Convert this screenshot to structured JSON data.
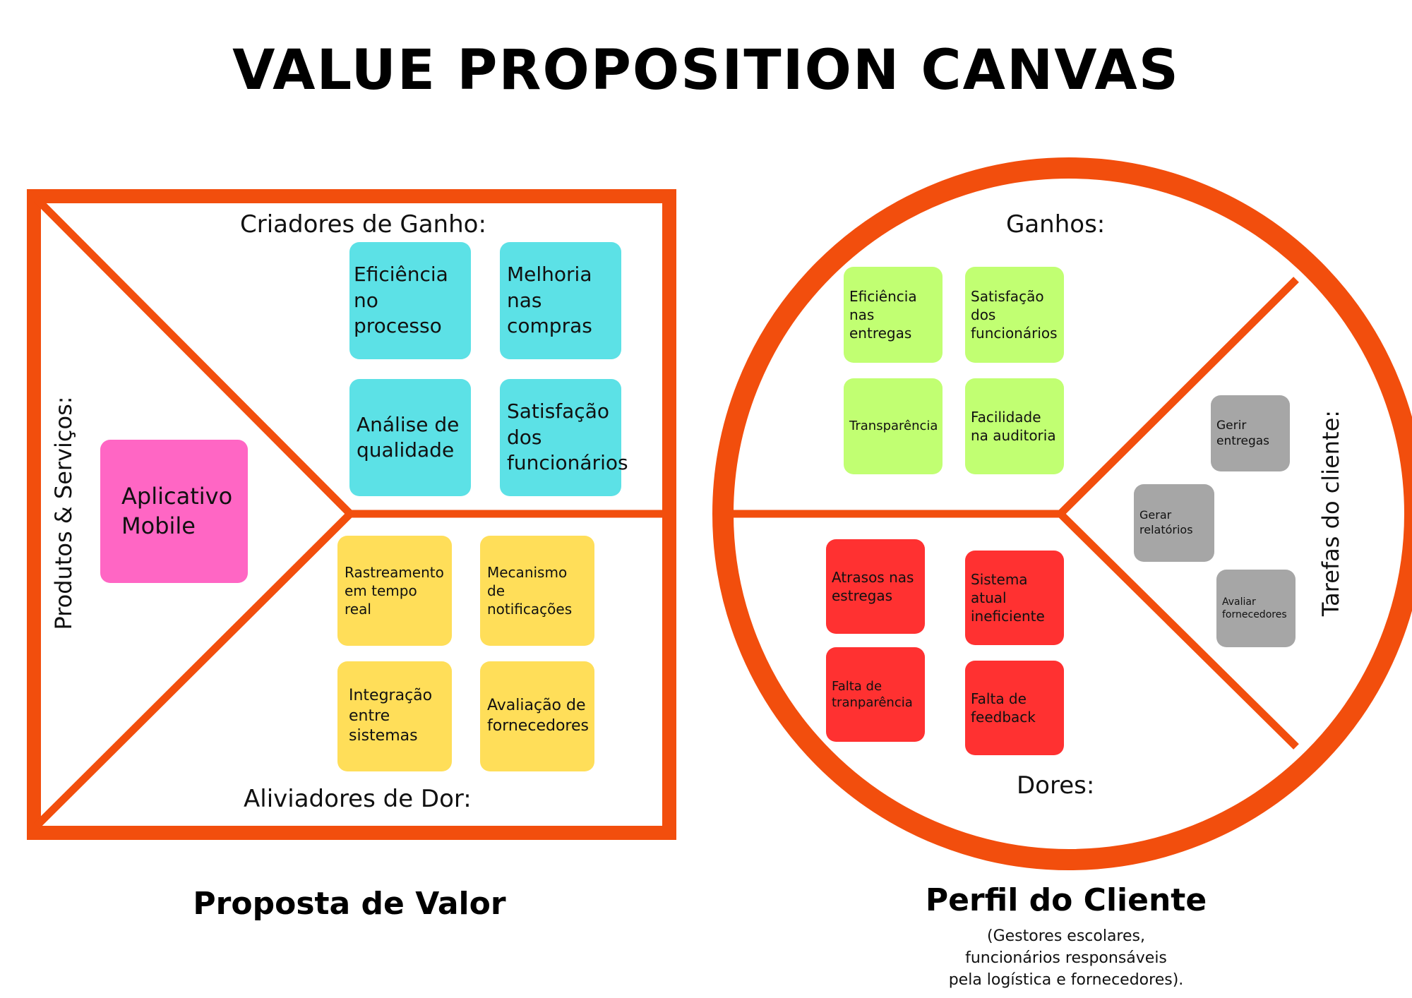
{
  "title": "VALUE PROPOSITION CANVAS",
  "colors": {
    "frame": "#f24e0d",
    "gain_creators": "#5ce1e6",
    "pain_relievers": "#ffde59",
    "products": "#ff66c4",
    "gains": "#c1ff72",
    "pains": "#ff3131",
    "jobs": "#a6a6a6"
  },
  "value_map": {
    "gain_creators_label": "Criadores de Ganho:",
    "pain_relievers_label": "Aliviadores de Dor:",
    "products_label": "Produtos & Serviços:",
    "products": [
      "Aplicativo Mobile"
    ],
    "gain_creators": [
      "Eficiência no processo",
      "Melhoria nas compras",
      "Análise de qualidade",
      "Satisfação dos funcionários"
    ],
    "pain_relievers": [
      "Rastreamento em tempo real",
      "Mecanismo de notificações",
      "Integração entre sistemas",
      "Avaliação de fornecedores"
    ],
    "caption": "Proposta de Valor"
  },
  "customer_profile": {
    "gains_label": "Ganhos:",
    "pains_label": "Dores:",
    "jobs_label": "Tarefas do cliente:",
    "gains": [
      "Eficiência nas entregas",
      "Satisfação dos funcionários",
      "Transparência",
      "Facilidade na auditoria"
    ],
    "pains": [
      "Atrasos nas estregas",
      "Sistema atual ineficiente",
      "Falta de tranparência",
      "Falta de feedback"
    ],
    "jobs": [
      "Gerir entregas",
      "Gerar relatórios",
      "Avaliar fornecedores"
    ],
    "caption": "Perfil do Cliente",
    "description": [
      "(Gestores escolares,",
      "funcionários responsáveis",
      "pela logística e fornecedores)."
    ]
  }
}
